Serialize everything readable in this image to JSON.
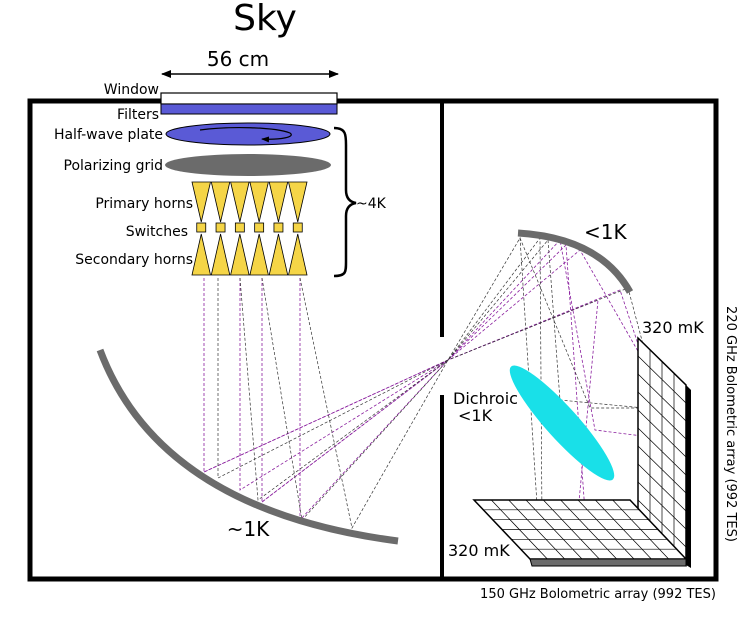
{
  "labels": {
    "sky": "Sky",
    "dimension": "56 cm",
    "window": "Window",
    "filters": "Filters",
    "half_wave_plate": "Half-wave plate",
    "polarizing_grid": "Polarizing grid",
    "primary_horns": "Primary horns",
    "switches": "Switches",
    "secondary_horns": "Secondary horns",
    "stage_4k": "~4K",
    "primary_mirror_temp": "~1K",
    "secondary_mirror_temp": "<1K",
    "dichroic_name": "Dichroic",
    "dichroic_temp": "<1K",
    "array_220_temp": "320 mK",
    "array_150_temp": "320 mK",
    "array_220_name": "220 GHz Bolometric array (992 TES)",
    "array_150_name": "150 GHz Bolometric array (992 TES)"
  },
  "colors": {
    "frame": "#000000",
    "filters": "#5a5ad6",
    "half_wave_plate": "#5a5ad6",
    "polarizing_grid": "#6b6b6b",
    "horns": "#f5d547",
    "mirror": "#6b6b6b",
    "dichroic": "#19e0e8",
    "ray_purple": "#8a1f9e",
    "ray_black": "#333333"
  },
  "counts": {
    "horn_count": 6
  }
}
